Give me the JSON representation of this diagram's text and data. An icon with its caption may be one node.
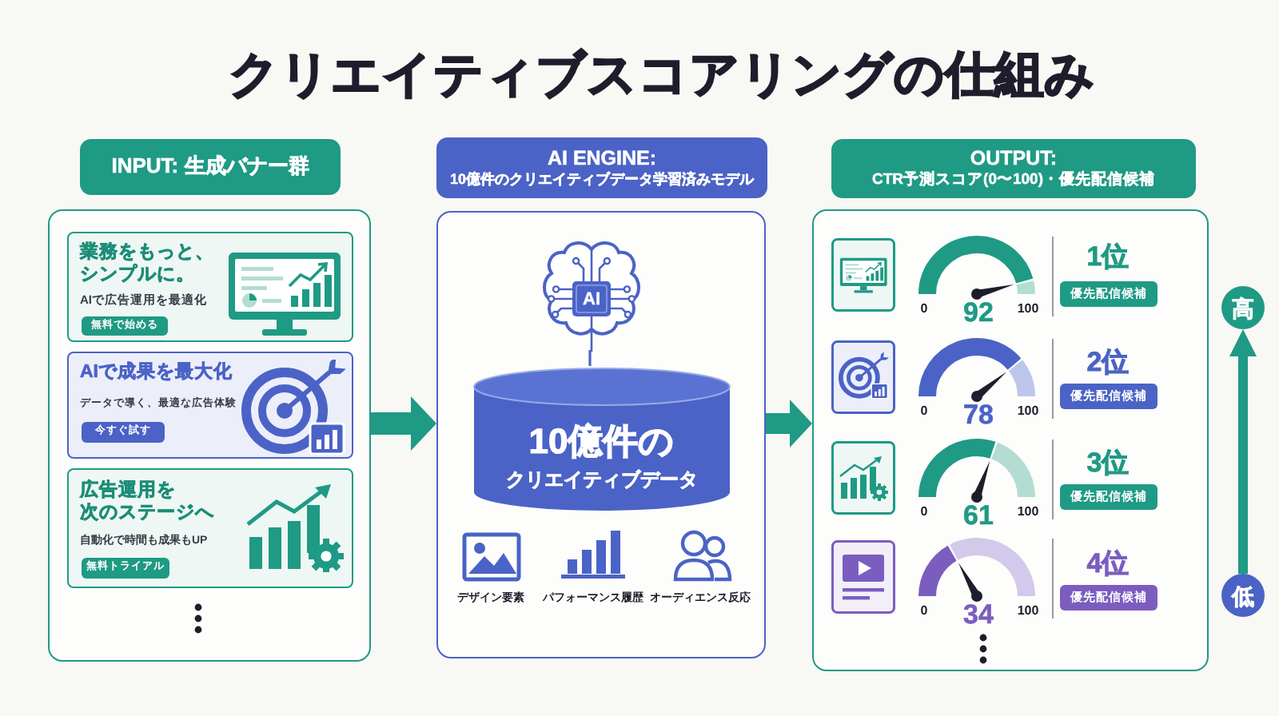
{
  "diagram": {
    "title": "クリエイティブスコアリングの仕組み",
    "nodes": [
      {
        "text": [
          "INPUT: 生成バナー群"
        ]
      },
      {
        "text": [],
        "shape": "box"
      },
      {
        "text": [
          "業務をもっと、シンプルに。",
          "AIで広告運用を最適化"
        ],
        "in": 1
      },
      {
        "text": [
          "無料で始める"
        ],
        "in": 2
      },
      {
        "text": [
          "AIで成果を最大化",
          "データで導く、最適な広告体験"
        ],
        "in": 1
      },
      {
        "text": [
          "今すぐ試す"
        ],
        "in": 4
      },
      {
        "text": [
          "広告運用を次のステージへ",
          "自動化で時間も成果もUP"
        ],
        "in": 1
      },
      {
        "text": [
          "無料トライアル"
        ],
        "in": 6
      },
      {
        "text": [
          "AI ENGINE:",
          "10億件のクリエイティブデータ学習済みモデル"
        ]
      },
      {
        "text": [],
        "shape": "box"
      },
      {
        "text": [
          "AI"
        ],
        "in": 9
      },
      {
        "text": [
          "10億件の",
          "クリエイティブデータ"
        ],
        "in": 9
      },
      {
        "text": [
          "OUTPUT:",
          "CTR予測スコア(0〜100)・優先配信候補"
        ]
      },
      {
        "text": [],
        "shape": "box"
      },
      {
        "text": [
          "優先配信候補"
        ],
        "beside": [
          "1位"
        ],
        "in": 13
      },
      {
        "text": [
          "優先配信候補"
        ],
        "beside": [
          "2位"
        ],
        "in": 13
      },
      {
        "text": [
          "優先配信候補"
        ],
        "beside": [
          "3位"
        ],
        "in": 13
      },
      {
        "text": [
          "優先配信候補"
        ],
        "beside": [
          "4位"
        ],
        "in": 13
      },
      {
        "text": [
          "高"
        ]
      },
      {
        "text": [
          "低"
        ]
      }
    ],
    "edges": [
      {
        "from": 1,
        "to": 9,
        "arrow": "to",
        "style": "thick"
      },
      {
        "from": 9,
        "to": 13,
        "arrow": "to",
        "style": "thick"
      },
      {
        "from": 10,
        "to": 11,
        "arrow": "none",
        "color": "#4b63c6"
      },
      {
        "from": 19,
        "to": 18,
        "arrow": "to"
      }
    ],
    "labels": [
      "デザイン要素",
      "パフォーマンス履歴",
      "オーディエンス反応",
      "0",
      "100",
      "92",
      "0",
      "100",
      "78",
      "0",
      "100",
      "61",
      "0",
      "100",
      "34"
    ]
  }
}
